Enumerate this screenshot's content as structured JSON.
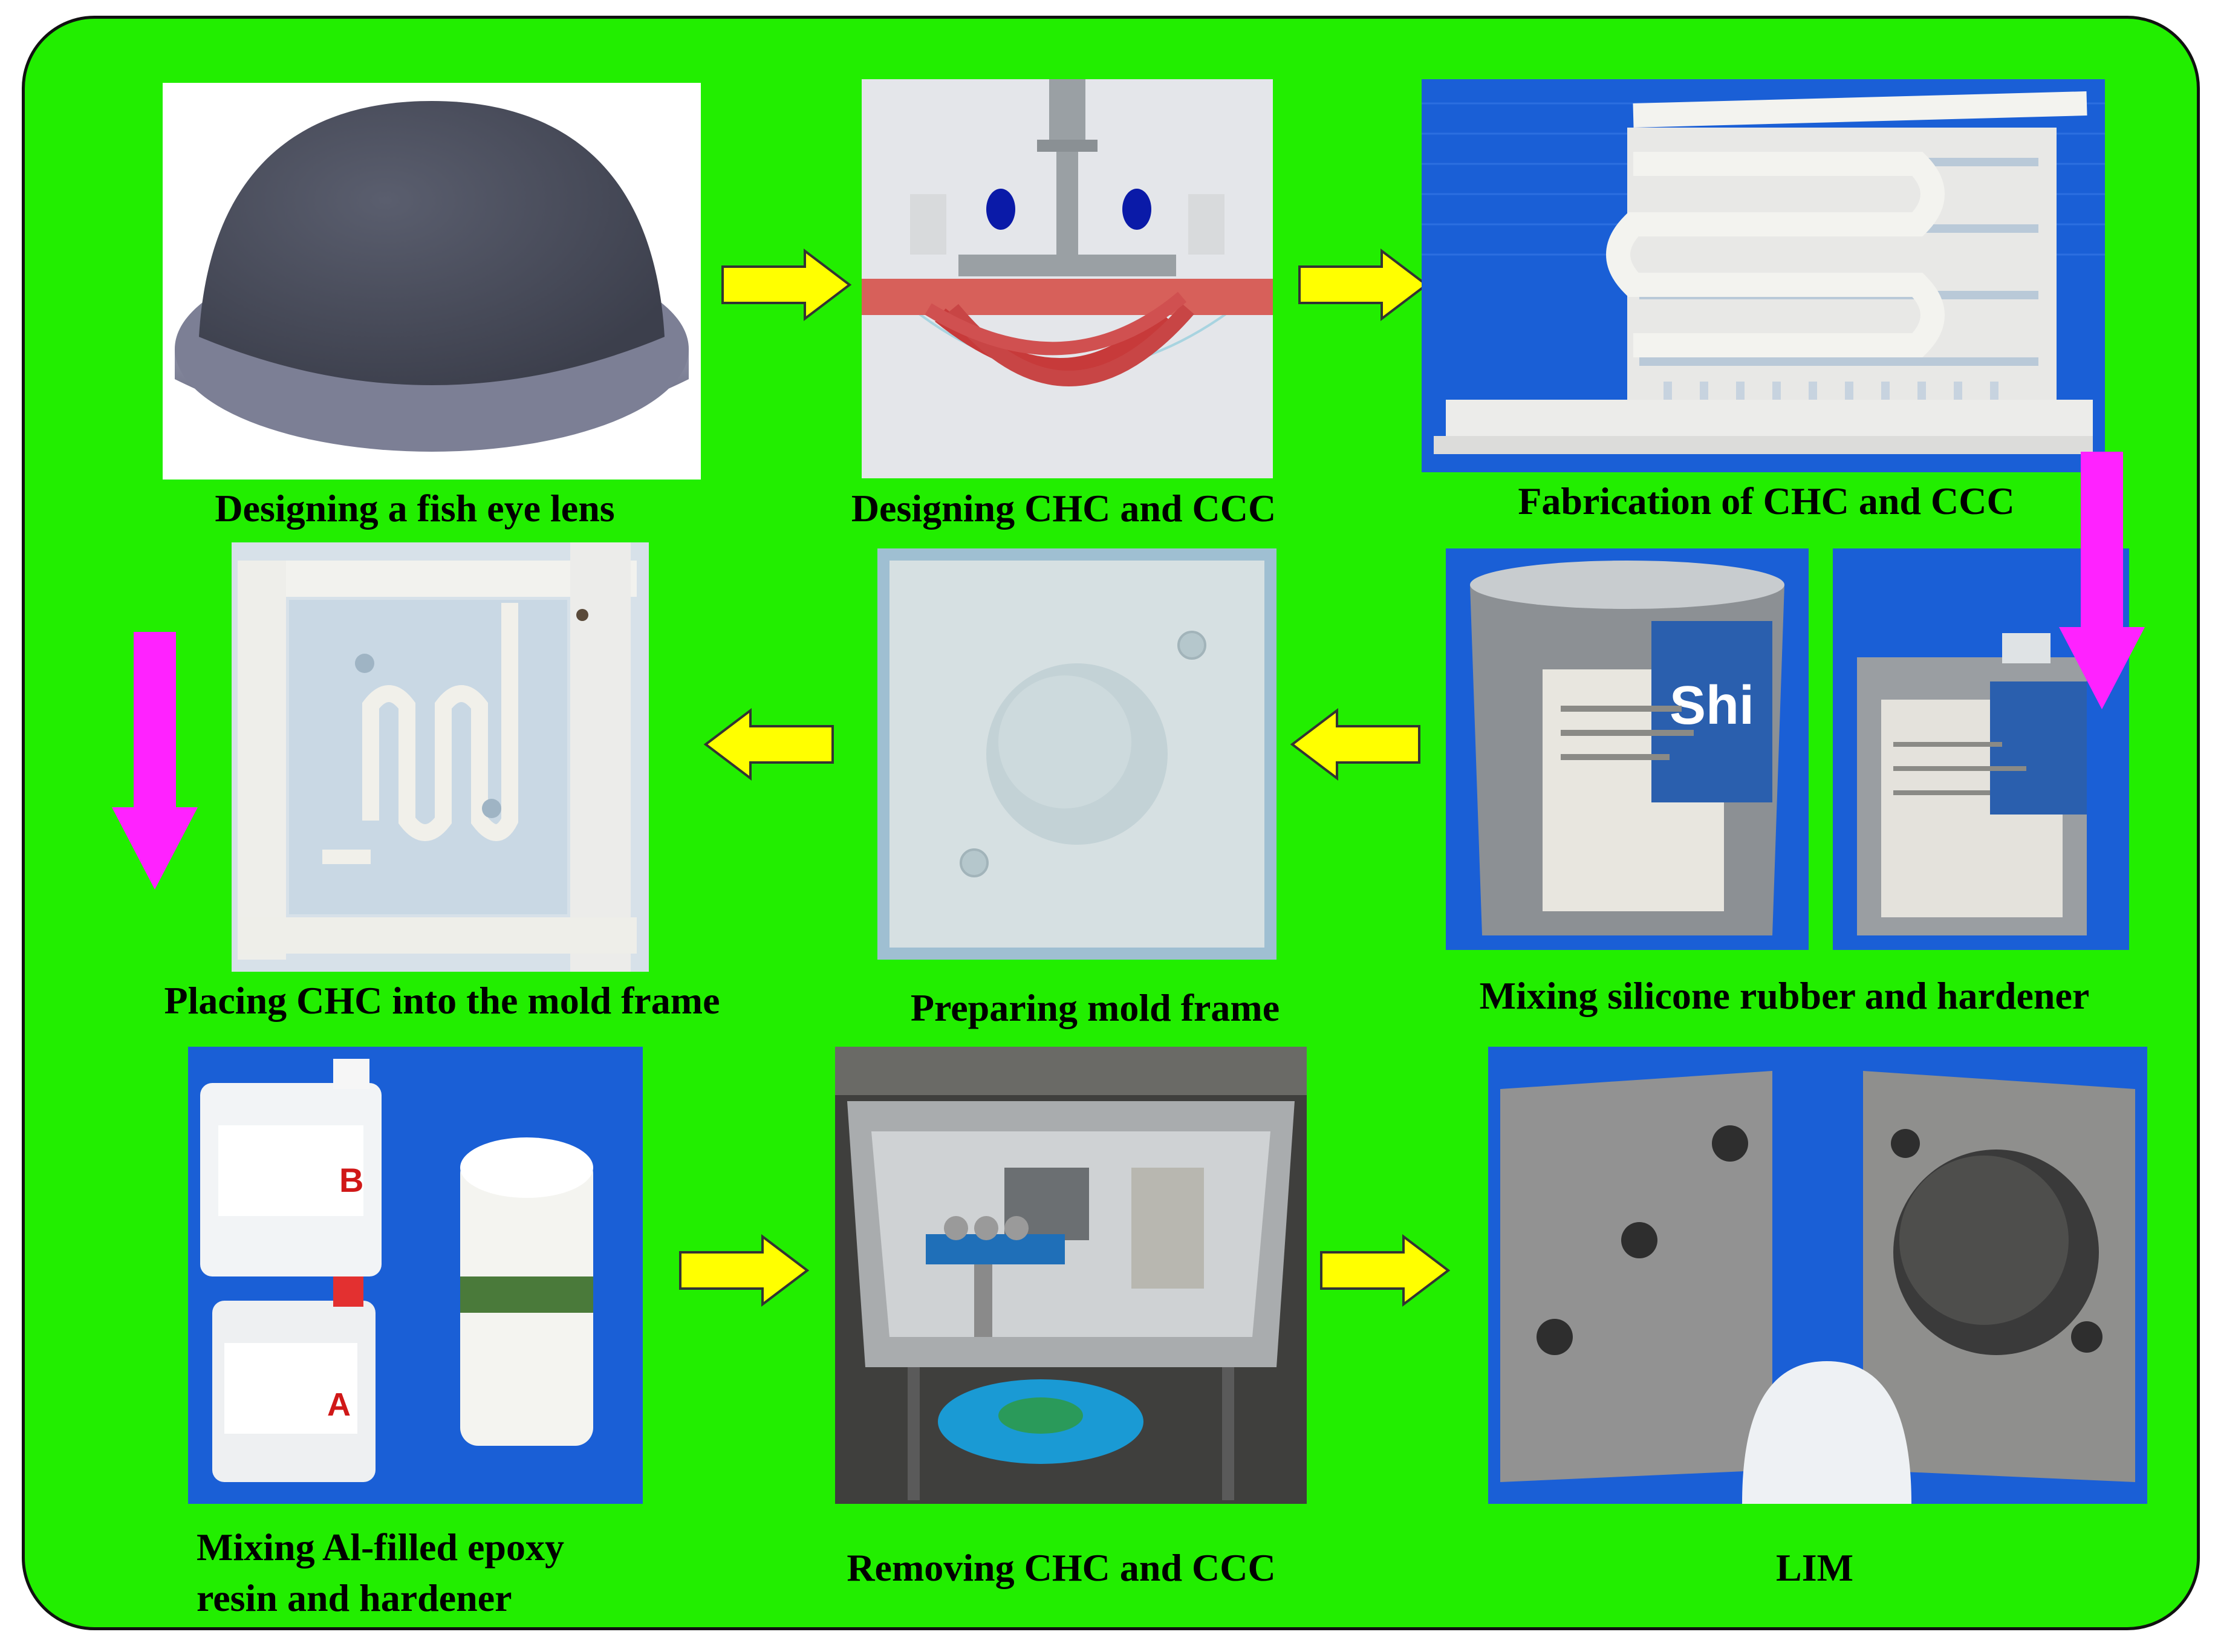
{
  "steps": [
    {
      "id": 1,
      "caption": "Designing a fish eye lens"
    },
    {
      "id": 2,
      "caption": "Designing CHC and CCC"
    },
    {
      "id": 3,
      "caption": "Fabrication of CHC and CCC"
    },
    {
      "id": 4,
      "caption": "Mixing silicone rubber and hardener"
    },
    {
      "id": 5,
      "caption": "Preparing mold frame"
    },
    {
      "id": 6,
      "caption": "Placing CHC into the mold frame"
    },
    {
      "id": 7,
      "caption_line1": "Mixing Al-filled epoxy",
      "caption_line2": "resin and hardener"
    },
    {
      "id": 8,
      "caption": "Removing CHC and CCC"
    },
    {
      "id": 9,
      "caption": "LIM"
    }
  ],
  "product_labels": {
    "bottle_b": "B",
    "bottle_a": "A",
    "can_brand": "Shi"
  },
  "colors": {
    "background": "#22ee00",
    "flow_arrow": "#ffff00",
    "down_arrow": "#ff22ff",
    "photo_bg_blue": "#1a5fd6"
  }
}
